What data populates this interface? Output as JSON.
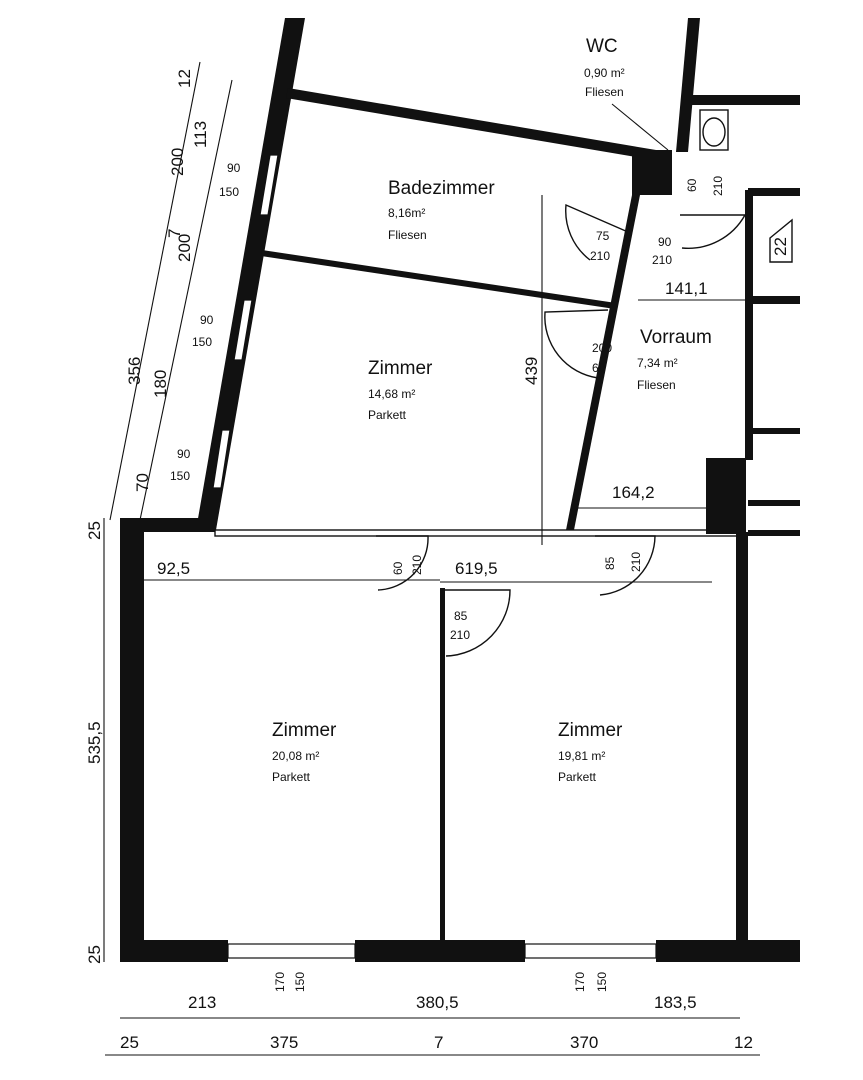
{
  "rooms": {
    "wc": {
      "name": "WC",
      "area": "0,90 m²",
      "floor": "Fliesen"
    },
    "bad": {
      "name": "Badezimmer",
      "area": "8,16m²",
      "floor": "Fliesen"
    },
    "zimmer_top": {
      "name": "Zimmer",
      "area": "14,68 m²",
      "floor": "Parkett"
    },
    "vorraum": {
      "name": "Vorraum",
      "area": "7,34 m²",
      "floor": "Fliesen"
    },
    "zimmer_left": {
      "name": "Zimmer",
      "area": "20,08 m²",
      "floor": "Parkett"
    },
    "zimmer_right": {
      "name": "Zimmer",
      "area": "19,81 m²",
      "floor": "Parkett"
    }
  },
  "stair_label": "22",
  "dimensions": {
    "d_12_top": "12",
    "d_113": "113",
    "d_200a": "200",
    "d_7": "7",
    "d_200b": "200",
    "d_356": "356",
    "d_180": "180",
    "d_70": "70",
    "d_25_left": "25",
    "d_25_bottom_left": "25",
    "d_535_5": "535,5",
    "d_92_5": "92,5",
    "d_619_5": "619,5",
    "d_439": "439",
    "d_141_1": "141,1",
    "d_164_2": "164,2",
    "d_213": "213",
    "d_380_5": "380,5",
    "d_183_5": "183,5",
    "d_25_bot": "25",
    "d_375": "375",
    "d_7_bot": "7",
    "d_370": "370",
    "d_12_bot": "12"
  },
  "openings": {
    "win1_top": "90",
    "win1_bot": "150",
    "win2_top": "90",
    "win2_bot": "150",
    "win3_top": "90",
    "win3_bot": "150",
    "door_wc_a": "60",
    "door_wc_b": "210",
    "door_bad_a": "75",
    "door_bad_b": "210",
    "door_entry_a": "90",
    "door_entry_b": "210",
    "door_zim_a": "200",
    "door_zim_b": "60",
    "door_bot1_a": "60",
    "door_bot1_b": "210",
    "door_bot2_a": "85",
    "door_bot2_b": "210",
    "door_bot3_a": "85",
    "door_bot3_b": "210",
    "winb1_a": "170",
    "winb1_b": "150",
    "winb2_a": "170",
    "winb2_b": "150"
  }
}
